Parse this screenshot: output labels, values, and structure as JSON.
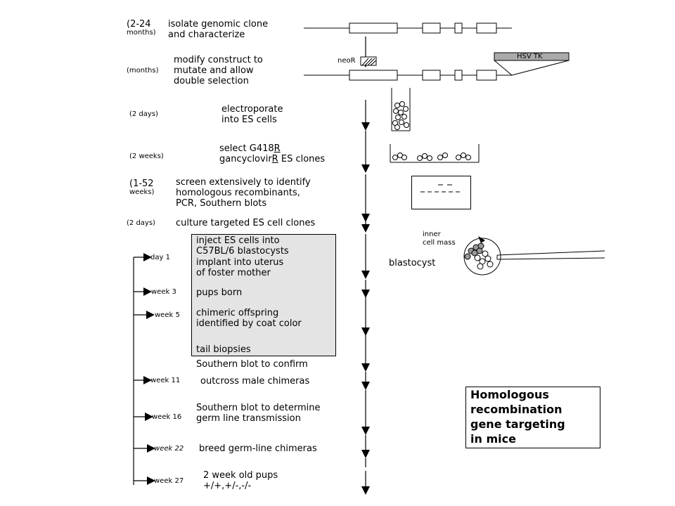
{
  "title": {
    "line1": "Homologous",
    "line2": "recombination",
    "line3": "gene targeting",
    "line4": "in mice"
  },
  "steps": {
    "s1": {
      "time": "(2-24",
      "time2": "months)",
      "text1": "isolate genomic clone",
      "text2": "and characterize"
    },
    "s2": {
      "time": "(months)",
      "text1": "modify construct to",
      "text2": "mutate and allow",
      "text3": "double selection"
    },
    "s3": {
      "time": "(2 days)",
      "text1": "electroporate",
      "text2": "into ES cells"
    },
    "s4": {
      "time": "(2 weeks)",
      "text1": "select G418",
      "text1r": "R",
      "text2": "gancyclovir",
      "text2r": "R",
      "text2b": " ES clones"
    },
    "s5": {
      "time": "(1-52",
      "time2": "weeks)",
      "text1": "screen extensively to identify",
      "text2": "homologous recombinants,",
      "text3": "PCR, Southern blots"
    },
    "s6": {
      "time": "(2 days)",
      "text1": "culture targeted ES cell clones"
    },
    "s7": {
      "text1": "inject ES cells into",
      "text2": "C57BL/6 blastocysts",
      "text3": "implant into uterus",
      "text4": "of foster mother"
    },
    "s8": {
      "text1": "pups born"
    },
    "s9": {
      "text1": "chimeric offspring",
      "text2": "identified by coat color"
    },
    "s10": {
      "text1": "tail biopsies"
    },
    "s11": {
      "text1": "Southern blot to confirm"
    },
    "s12": {
      "text1": "outcross male chimeras"
    },
    "s13": {
      "text1": "Southern blot to determine",
      "text2": "germ line transmission"
    },
    "s14": {
      "text1": "breed germ-line chimeras"
    },
    "s15": {
      "text1": "2 week old pups",
      "text2": "+/+,+/-,-/-"
    }
  },
  "timeline": {
    "day1": "day 1",
    "week3": "week 3",
    "week5": "week 5",
    "week11": "week 11",
    "week16": "week 16",
    "week22": "week 22",
    "week27": "week 27"
  },
  "labels": {
    "neoR": "neoR",
    "hsvtk": "HSV TK",
    "inner1": "inner",
    "inner2": "cell mass",
    "blastocyst": "blastocyst"
  }
}
